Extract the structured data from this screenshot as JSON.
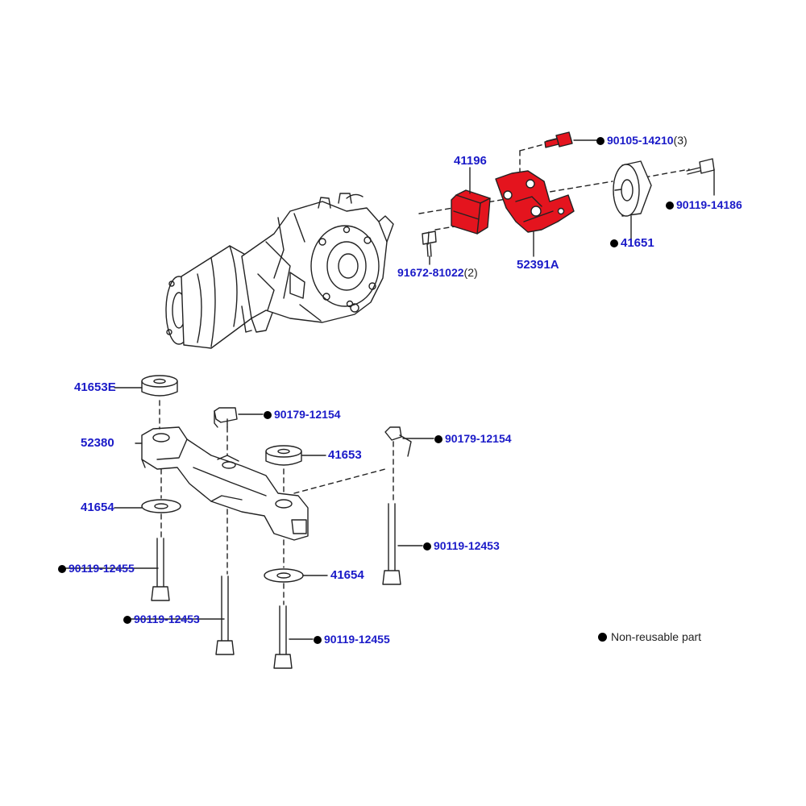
{
  "colors": {
    "label": "#1a1ac8",
    "highlight": "#e4141e",
    "line": "#222222"
  },
  "labels": {
    "p41196": "41196",
    "p90105": "90105-14210",
    "p90105_qty": "(3)",
    "p90119_14186": "90119-14186",
    "p41651": "41651",
    "p52391A": "52391A",
    "p91672": "91672-81022",
    "p91672_qty": "(2)",
    "p41653E": "41653E",
    "p52380": "52380",
    "p90179_a": "90179-12154",
    "p90179_b": "90179-12154",
    "p41653": "41653",
    "p41654_a": "41654",
    "p41654_b": "41654",
    "p90119_12453_a": "90119-12453",
    "p90119_12453_b": "90119-12453",
    "p90119_12455_a": "90119-12455",
    "p90119_12455_b": "90119-12455"
  },
  "legend": {
    "text": "Non-reusable part",
    "icon": "filled-dot-icon"
  }
}
